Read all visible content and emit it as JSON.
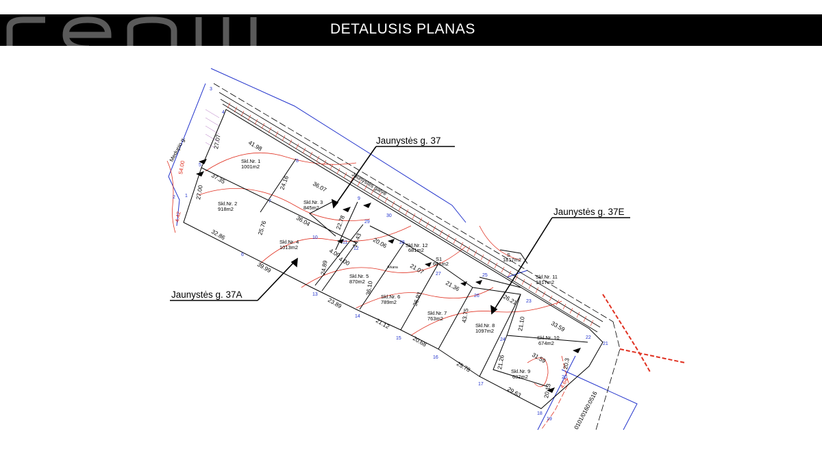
{
  "header": {
    "title": "DETALUSIS PLANAS",
    "logo_color": "#5a5a5a"
  },
  "callouts": {
    "top": "Jaunystės g. 37",
    "right": "Jaunystės g. 37E",
    "left": "Jaunystės g. 37A"
  },
  "streets": {
    "main": "Jaunystės gatvė",
    "side": "Medupio g."
  },
  "plots": [
    {
      "label": "Skl.Nr. 1",
      "area": "1001m2"
    },
    {
      "label": "Skl.Nr. 2",
      "area": "918m2"
    },
    {
      "label": "Skl.Nr. 3",
      "area": "845m2"
    },
    {
      "label": "Skl.Nr. 4",
      "area": "1013m2"
    },
    {
      "label": "Skl.Nr. 5",
      "area": "870m2"
    },
    {
      "label": "Skl.Nr. 6",
      "area": "789m2"
    },
    {
      "label": "Skl.Nr. 7",
      "area": "763m2"
    },
    {
      "label": "Skl.Nr. 8",
      "area": "1097m2"
    },
    {
      "label": "Skl.Nr. 9",
      "area": "632m2"
    },
    {
      "label": "Skl.Nr. 10",
      "area": "674m2"
    },
    {
      "label": "Skl.Nr. 11",
      "area": "1817m2"
    },
    {
      "label": "Skl.Nr. 12",
      "area": "681m2"
    },
    {
      "label": "S1",
      "area": "681m2"
    },
    {
      "label": "S",
      "area": "1817m2"
    }
  ],
  "extra_labels": {
    "arkana": "Arkana",
    "cadastral": "0101/0160:0516",
    "red_a": "54.00",
    "red_b": "4.42",
    "red_c": "4.64"
  },
  "dimensions": [
    "27.07",
    "41.98",
    "37.35",
    "24.16",
    "36.07",
    "27.00",
    "32.86",
    "25.76",
    "36.04",
    "22.78",
    "14.43",
    "20.06",
    "39.99",
    "24.89",
    "36.10",
    "21.07",
    "4.00",
    "4.00",
    "23.89",
    "21.12",
    "36.93",
    "21.36",
    "43.75",
    "26.21",
    "20.68",
    "25.78",
    "29.63",
    "21.10",
    "33.59",
    "31.59",
    "21.26",
    "20.3",
    "20.13"
  ],
  "points": [
    "3",
    "4",
    "5",
    "2",
    "1",
    "6",
    "7",
    "8",
    "9",
    "10",
    "11",
    "12",
    "13",
    "14",
    "15",
    "16",
    "17",
    "18",
    "19",
    "20",
    "21",
    "22",
    "23",
    "24",
    "25",
    "26",
    "27",
    "28",
    "29",
    "30"
  ],
  "colors": {
    "boundary": "#000000",
    "contour": "#e03020",
    "reference": "#2233cc",
    "header_bg": "#000000",
    "header_text": "#ffffff"
  }
}
